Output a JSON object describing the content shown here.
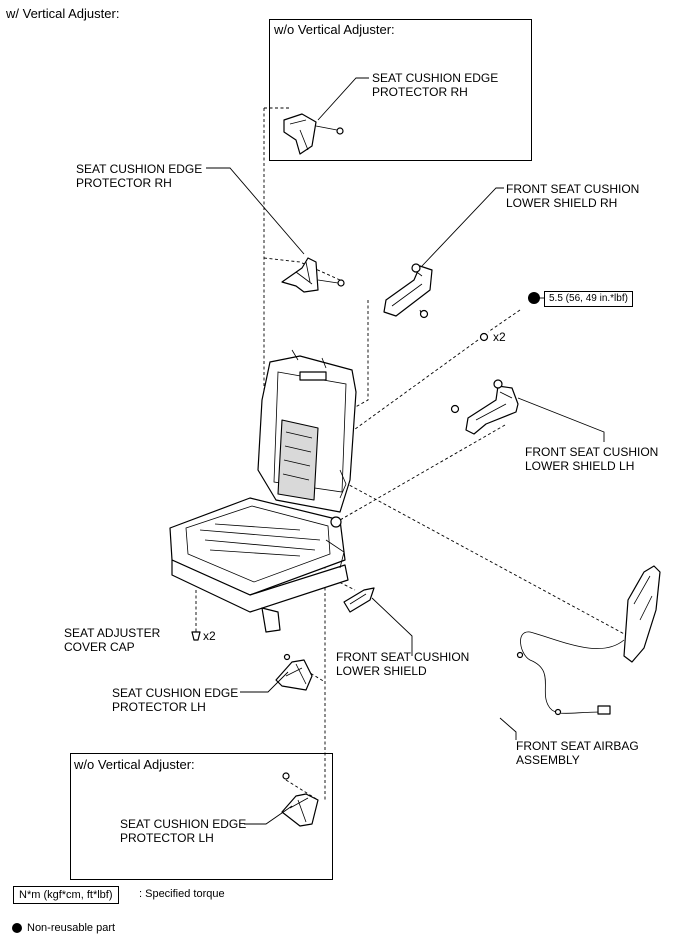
{
  "headings": {
    "main": "w/ Vertical Adjuster:",
    "inset_top": "w/o Vertical Adjuster:",
    "inset_bottom": "w/o Vertical Adjuster:"
  },
  "callouts": {
    "edge_protector_rh_inset": "SEAT CUSHION EDGE\nPROTECTOR RH",
    "edge_protector_rh": "SEAT CUSHION EDGE\nPROTECTOR RH",
    "lower_shield_rh": "FRONT SEAT CUSHION\nLOWER SHIELD RH",
    "lower_shield_lh": "FRONT SEAT CUSHION\nLOWER SHIELD LH",
    "adjuster_cover_cap": "SEAT ADJUSTER\nCOVER CAP",
    "lower_shield": "FRONT SEAT CUSHION\nLOWER SHIELD",
    "edge_protector_lh": "SEAT CUSHION EDGE\nPROTECTOR LH",
    "airbag_assembly": "FRONT SEAT AIRBAG\nASSEMBLY",
    "edge_protector_lh_inset": "SEAT CUSHION EDGE\nPROTECTOR LH"
  },
  "quantities": {
    "clips_lh": "x2",
    "cover_caps": "x2"
  },
  "torque_spec": "5.5 (56, 49 in.*lbf)",
  "legend": {
    "torque_box": "N*m (kgf*cm, ft*lbf)",
    "torque_text": ": Specified torque",
    "nonreusable_text": "Non-reusable part"
  },
  "colors": {
    "line": "#000000",
    "fill": "#ffffff",
    "shade": "#d9d9d9"
  }
}
